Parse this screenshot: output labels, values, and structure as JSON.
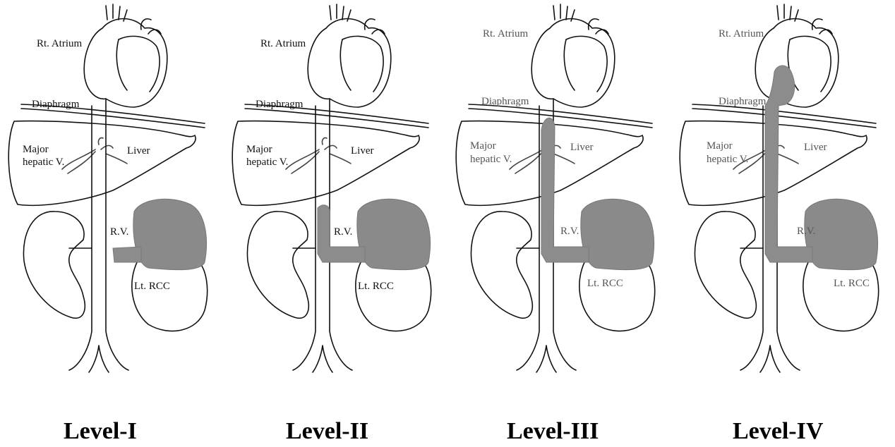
{
  "labels": {
    "rt_atrium": "Rt. Atrium",
    "diaphragm": "Diaphragm",
    "major": "Major",
    "hepatic_v": "hepatic V.",
    "liver": "Liver",
    "rv": "R.V.",
    "lt_rcc": "Lt. RCC"
  },
  "panels": [
    {
      "title": "Level-I",
      "thrombus_extent": "renal-vein"
    },
    {
      "title": "Level-II",
      "thrombus_extent": "infrahepatic-ivc"
    },
    {
      "title": "Level-III",
      "thrombus_extent": "intrahepatic-ivc"
    },
    {
      "title": "Level-IV",
      "thrombus_extent": "right-atrium"
    }
  ],
  "colors": {
    "thrombus": "#8c8c8c",
    "outline": "#111111"
  }
}
